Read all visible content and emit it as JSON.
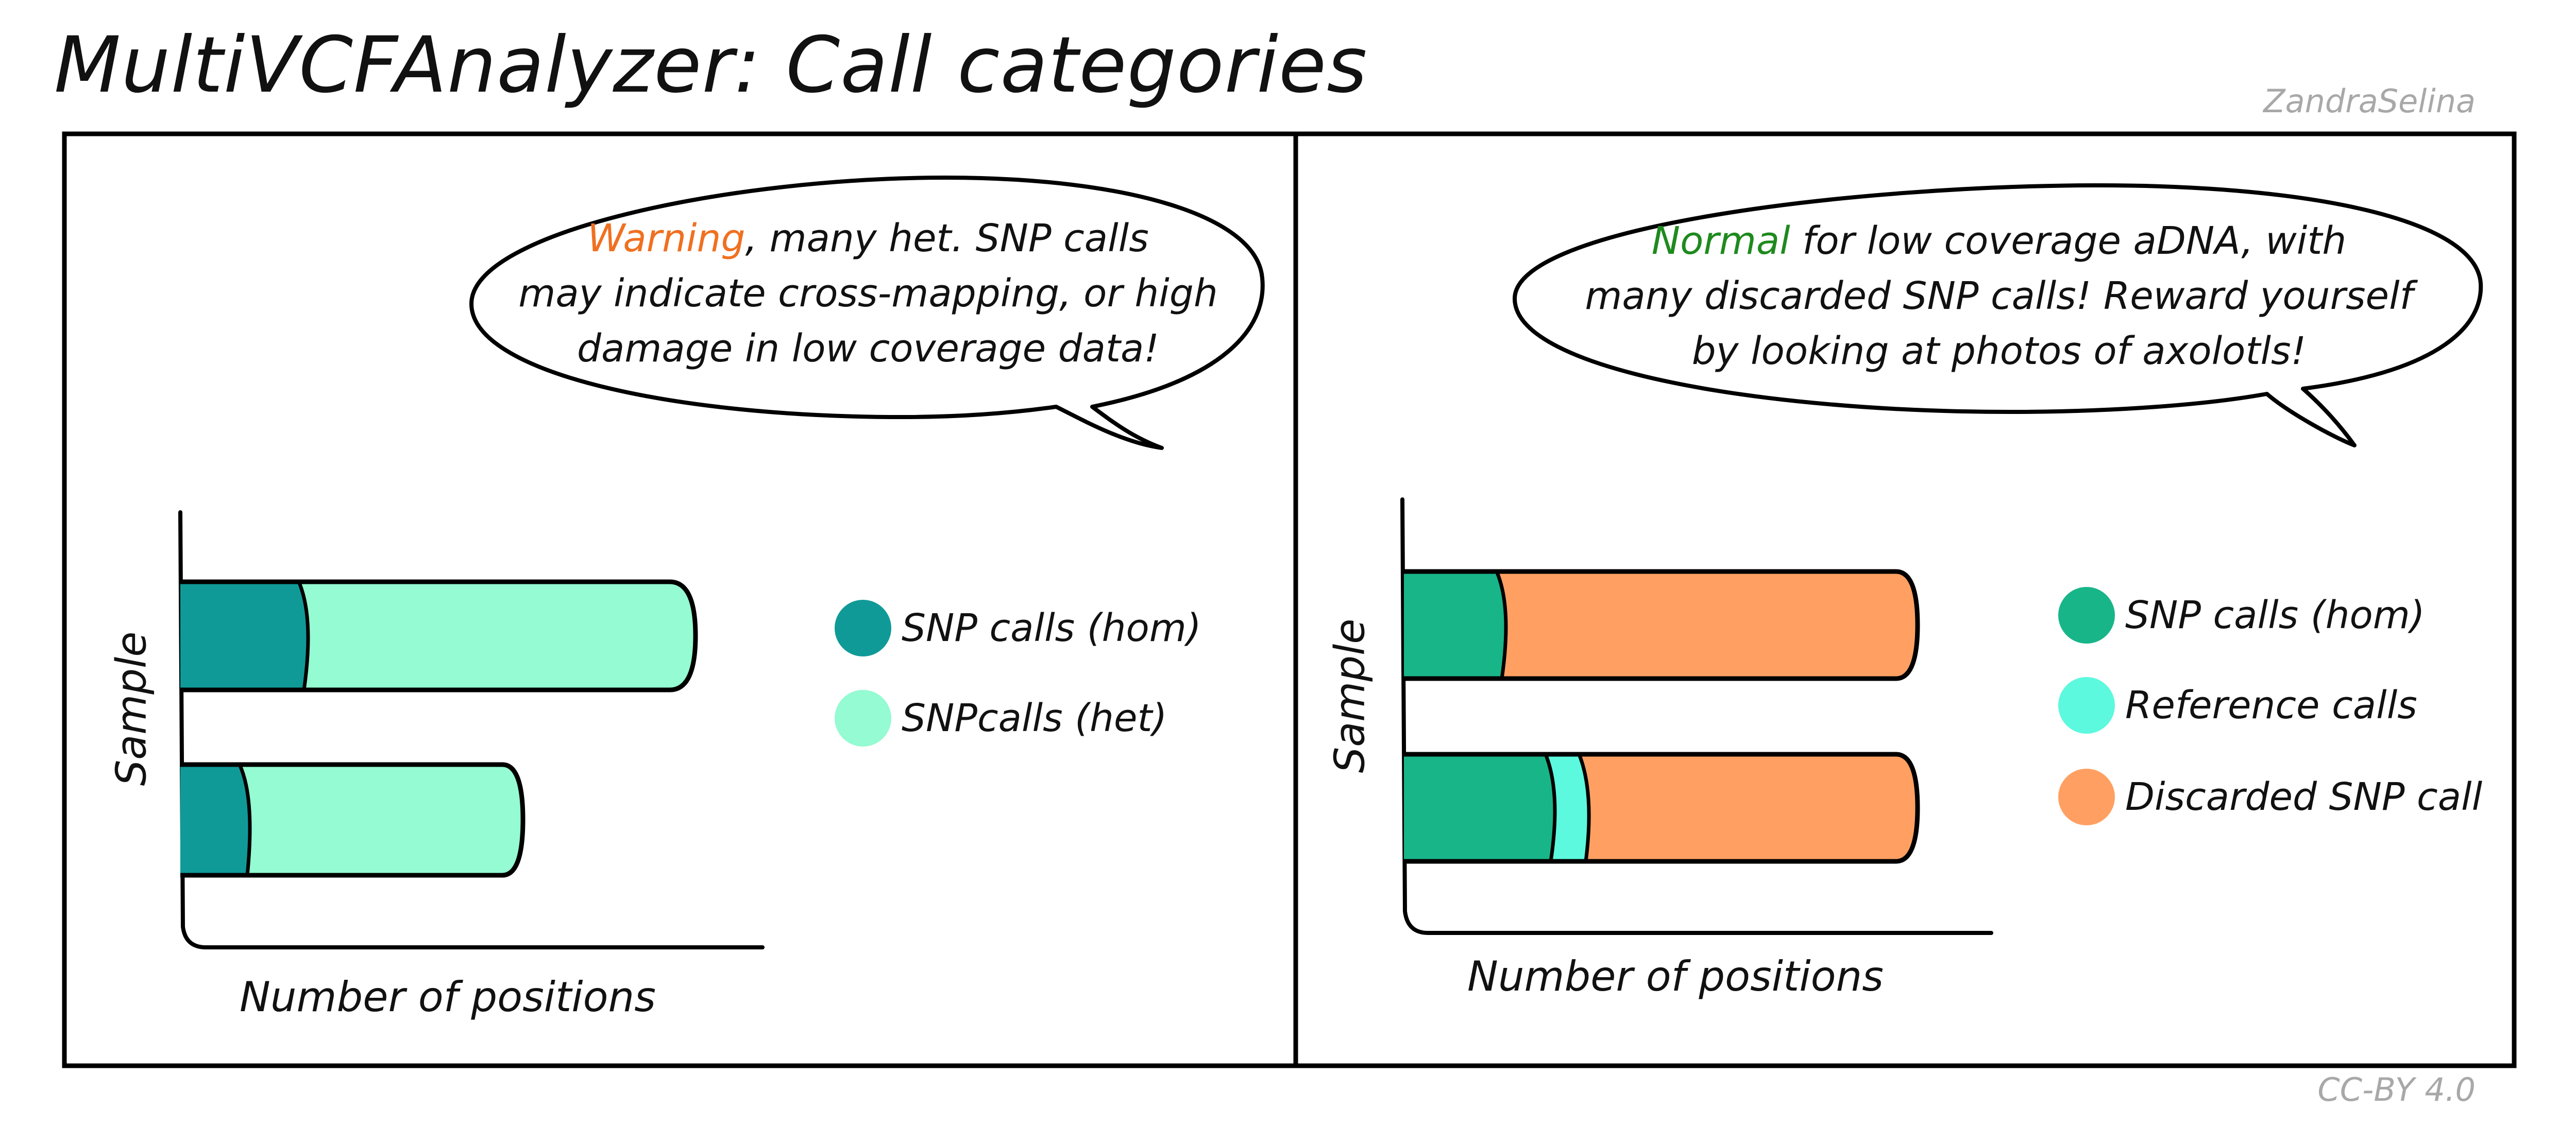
{
  "title": "MultiVCFAnalyzer: Call categories",
  "author": "ZandraSelina",
  "license": "CC-BY 4.0",
  "colors": {
    "snp_hom_left": "#0f9a98",
    "snp_het": "#94fbd2",
    "snp_hom_right": "#18b589",
    "reference": "#5cf9de",
    "discarded": "#ffa062",
    "warning_word": "#f07020",
    "normal_word": "#1e8a1e"
  },
  "panels": [
    {
      "bubble": {
        "highlight": "Warning",
        "line1_rest": ", many het. SNP calls",
        "line2": "may indicate cross-mapping, or high",
        "line3": "damage in low coverage data!"
      },
      "legend": [
        "SNP calls (hom)",
        "SNPcalls (het)"
      ],
      "xlabel": "Number of positions",
      "ylabel": "Sample"
    },
    {
      "bubble": {
        "highlight": "Normal",
        "line1_rest": " for low coverage aDNA, with",
        "line2": "many discarded SNP calls! Reward yourself",
        "line3": "by looking at photos of axolotls!"
      },
      "legend": [
        "SNP calls (hom)",
        "Reference calls",
        "Discarded SNP call"
      ],
      "xlabel": "Number of positions",
      "ylabel": "Sample"
    }
  ]
}
